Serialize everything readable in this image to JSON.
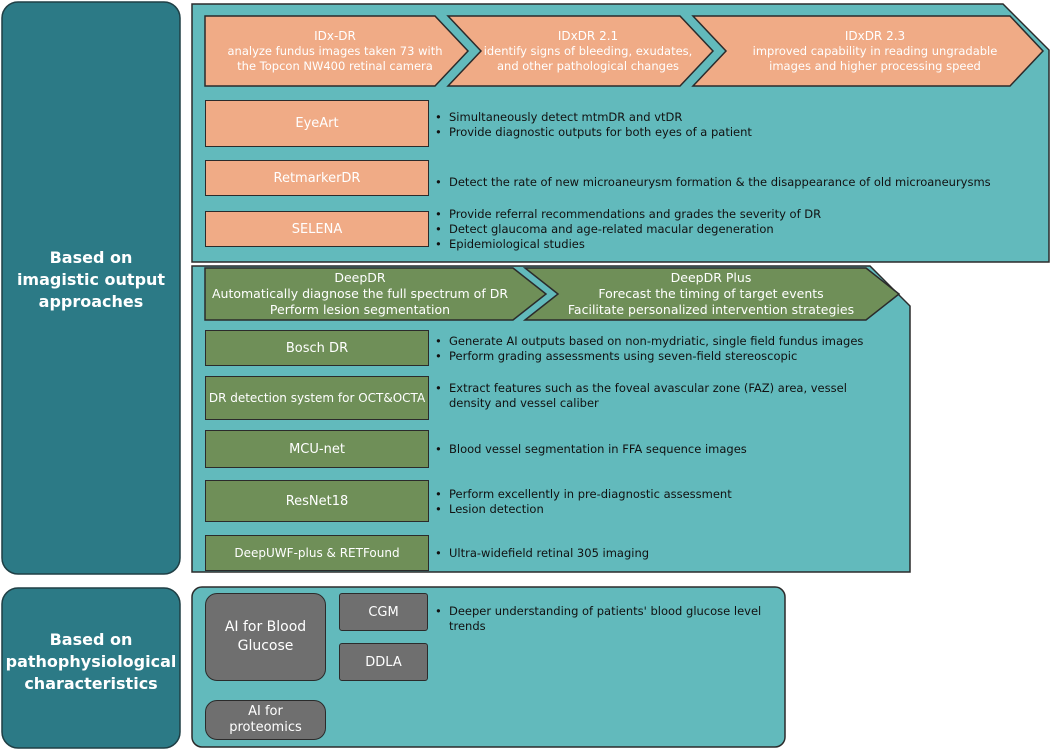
{
  "categories": {
    "imagistic": "Based on imagistic output approaches",
    "pathophys": "Based on pathophysiological characteristics"
  },
  "idx_chain": [
    {
      "title": "IDx-DR",
      "desc": "analyze fundus images taken 73 with the Topcon NW400 retinal camera"
    },
    {
      "title": "IDxDR 2.1",
      "desc": "identify signs of bleeding, exudates, and other pathological changes"
    },
    {
      "title": "IDxDR 2.3",
      "desc": "improved capability in reading ungradable images and higher processing speed"
    }
  ],
  "orange_systems": [
    {
      "name": "EyeArt",
      "bullets": [
        "Simultaneously detect mtmDR and vtDR",
        "Provide diagnostic outputs for both eyes of a patient"
      ]
    },
    {
      "name": "RetmarkerDR",
      "bullets": [
        "Detect the rate of new microaneurysm formation & the disappearance of old microaneurysms"
      ]
    },
    {
      "name": "SELENA",
      "bullets": [
        "Provide referral recommendations and grades the severity of DR",
        "Detect glaucoma and age-related macular degeneration",
        "Epidemiological studies"
      ]
    }
  ],
  "deepdr_chain": [
    {
      "title": "DeepDR",
      "desc": [
        "Automatically diagnose the full spectrum of DR",
        "Perform lesion segmentation"
      ]
    },
    {
      "title": "DeepDR Plus",
      "desc": [
        "Forecast the timing of target events",
        "Facilitate personalized intervention strategies"
      ]
    }
  ],
  "green_systems": [
    {
      "name": "Bosch DR",
      "bullets": [
        "Generate AI outputs based on non-mydriatic, single field fundus images",
        "Perform grading assessments using seven-field stereoscopic"
      ]
    },
    {
      "name": "DR detection system for OCT&OCTA",
      "bullets": [
        "Extract features such as the foveal avascular zone (FAZ) area, vessel density and vessel caliber"
      ]
    },
    {
      "name": "MCU-net",
      "bullets": [
        "Blood vessel segmentation in FFA sequence images"
      ]
    },
    {
      "name": "ResNet18",
      "bullets": [
        "Perform excellently in pre-diagnostic assessment",
        "Lesion detection"
      ]
    },
    {
      "name": "DeepUWF-plus & RETFound",
      "bullets": [
        "Ultra-widefield retinal 305 imaging"
      ]
    }
  ],
  "glucose": {
    "group": "AI for Blood Glucose",
    "cgm": "CGM",
    "ddla": "DDLA",
    "cgm_bullet": "Deeper understanding of patients' blood glucose level trends"
  },
  "proteomics": "AI for proteomics",
  "colors": {
    "teal_dark": "#2c7a86",
    "teal_light": "#62babc",
    "orange": "#f0ab86",
    "green": "#6f8f58",
    "gray": "#6f6f6f"
  }
}
